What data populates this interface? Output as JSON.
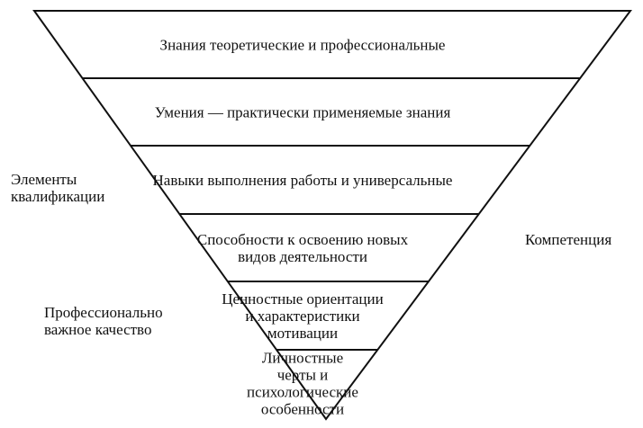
{
  "pyramid": {
    "levels": [
      {
        "lines": [
          "Знания теоретические и профессиональные"
        ]
      },
      {
        "lines": [
          "Умения — практически применяемые знания"
        ]
      },
      {
        "lines": [
          "Навыки выполнения работы и универсальные"
        ]
      },
      {
        "lines": [
          "Способности к освоению новых",
          "видов деятельности"
        ]
      },
      {
        "lines": [
          "Ценностные ориентации",
          "и характеристики",
          "мотивации"
        ]
      },
      {
        "lines": [
          "Личностные",
          "черты и",
          "психологические",
          "особенности"
        ]
      }
    ]
  },
  "labels": {
    "qualification": [
      "Элементы",
      "квалификации"
    ],
    "quality": [
      "Профессионально",
      "важное качество"
    ],
    "competence": "Компетенция"
  },
  "colors": {
    "stroke": "#111111",
    "text": "#111111",
    "background": "#ffffff"
  }
}
